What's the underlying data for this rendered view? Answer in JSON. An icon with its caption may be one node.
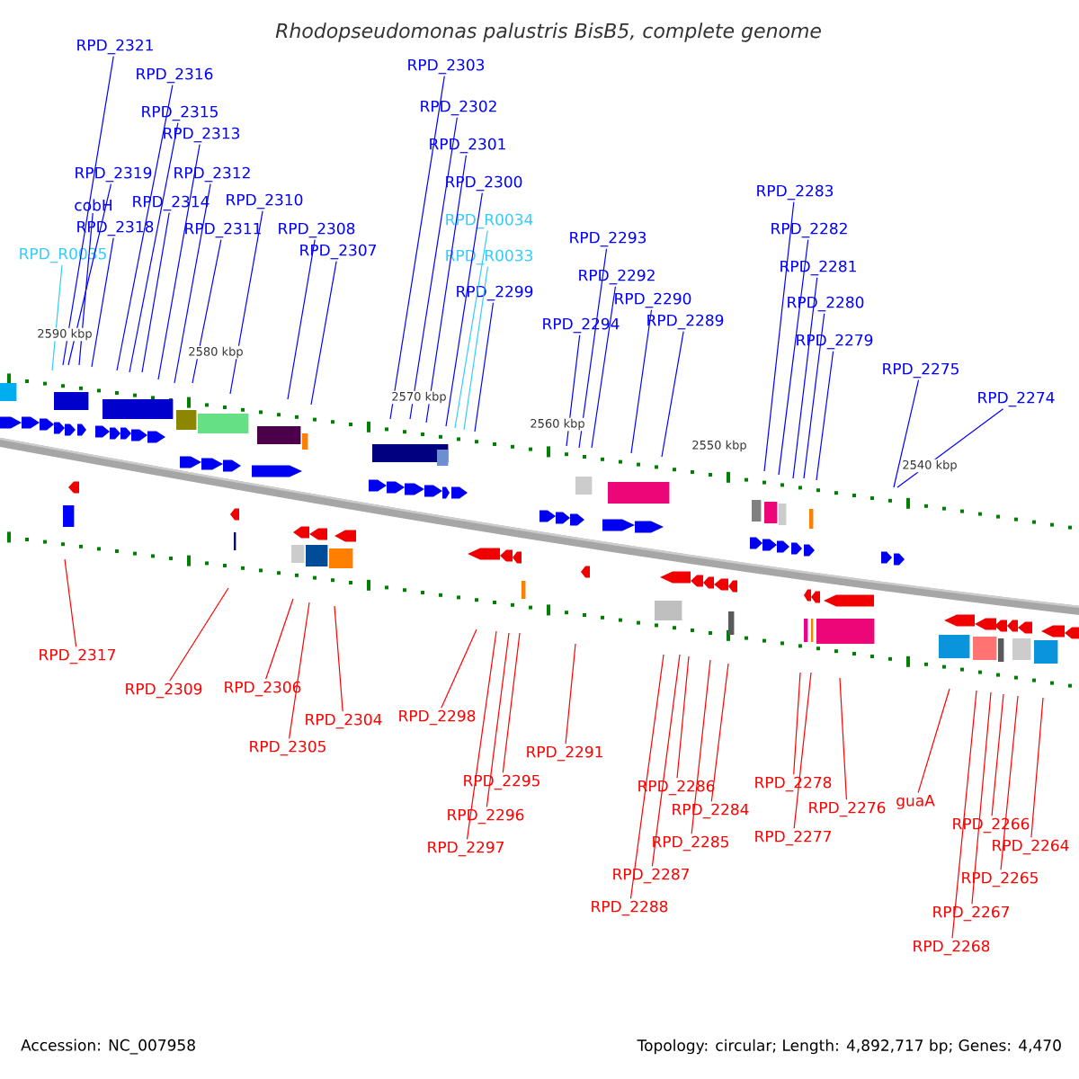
{
  "diagram": {
    "title": "Rhodopseudomonas palustris BisB5, complete genome",
    "nodes": [
      {
        "text": [
          "RPD_2321"
        ]
      },
      {
        "text": [
          "RPD_2316"
        ]
      },
      {
        "text": [
          "RPD_2315"
        ]
      },
      {
        "text": [
          "RPD_2313"
        ]
      },
      {
        "text": [
          "RPD_2319"
        ]
      },
      {
        "text": [
          "RPD_2312"
        ]
      },
      {
        "text": [
          "cobH"
        ]
      },
      {
        "text": [
          "RPD_2314"
        ]
      },
      {
        "text": [
          "RPD_2310"
        ]
      },
      {
        "text": [
          "RPD_2318"
        ]
      },
      {
        "text": [
          "RPD_2311"
        ]
      },
      {
        "text": [
          "RPD_R0035"
        ]
      },
      {
        "text": [
          "RPD_2308"
        ]
      },
      {
        "text": [
          "RPD_2307"
        ]
      },
      {
        "text": [
          "RPD_2303"
        ]
      },
      {
        "text": [
          "RPD_2302"
        ]
      },
      {
        "text": [
          "RPD_2301"
        ]
      },
      {
        "text": [
          "RPD_2300"
        ]
      },
      {
        "text": [
          "RPD_R0034"
        ]
      },
      {
        "text": [
          "RPD_R0033"
        ]
      },
      {
        "text": [
          "RPD_2299"
        ]
      },
      {
        "text": [
          "RPD_2293"
        ]
      },
      {
        "text": [
          "RPD_2292"
        ]
      },
      {
        "text": [
          "RPD_2290"
        ]
      },
      {
        "text": [
          "RPD_2294"
        ]
      },
      {
        "text": [
          "RPD_2289"
        ]
      },
      {
        "text": [
          "RPD_2283"
        ]
      },
      {
        "text": [
          "RPD_2282"
        ]
      },
      {
        "text": [
          "RPD_2281"
        ]
      },
      {
        "text": [
          "RPD_2280"
        ]
      },
      {
        "text": [
          "RPD_2279"
        ]
      },
      {
        "text": [
          "RPD_2275"
        ]
      },
      {
        "text": [
          "RPD_2274"
        ]
      },
      {
        "text": [
          "RPD_2317"
        ]
      },
      {
        "text": [
          "RPD_2309"
        ]
      },
      {
        "text": [
          "RPD_2306"
        ]
      },
      {
        "text": [
          "RPD_2305"
        ]
      },
      {
        "text": [
          "RPD_2304"
        ]
      },
      {
        "text": [
          "RPD_2298"
        ]
      },
      {
        "text": [
          "RPD_2295"
        ]
      },
      {
        "text": [
          "RPD_2296"
        ]
      },
      {
        "text": [
          "RPD_2297"
        ]
      },
      {
        "text": [
          "RPD_2291"
        ]
      },
      {
        "text": [
          "RPD_2286"
        ]
      },
      {
        "text": [
          "RPD_2284"
        ]
      },
      {
        "text": [
          "RPD_2285"
        ]
      },
      {
        "text": [
          "RPD_2287"
        ]
      },
      {
        "text": [
          "RPD_2288"
        ]
      },
      {
        "text": [
          "RPD_2278"
        ]
      },
      {
        "text": [
          "RPD_2277"
        ]
      },
      {
        "text": [
          "RPD_2276"
        ]
      },
      {
        "text": [
          "guaA"
        ]
      },
      {
        "text": [
          "RPD_2266"
        ]
      },
      {
        "text": [
          "RPD_2264"
        ]
      },
      {
        "text": [
          "RPD_2265"
        ]
      },
      {
        "text": [
          "RPD_2267"
        ]
      },
      {
        "text": [
          "RPD_2268"
        ]
      }
    ],
    "edges": [
      {
        "from": 0,
        "to": null,
        "arrow": "none"
      },
      {
        "from": 1,
        "to": null,
        "arrow": "none"
      },
      {
        "from": 2,
        "to": null,
        "arrow": "none"
      },
      {
        "from": 3,
        "to": null,
        "arrow": "none"
      },
      {
        "from": 4,
        "to": null,
        "arrow": "none"
      },
      {
        "from": 5,
        "to": null,
        "arrow": "none"
      },
      {
        "from": 6,
        "to": null,
        "arrow": "none"
      },
      {
        "from": 7,
        "to": null,
        "arrow": "none"
      },
      {
        "from": 8,
        "to": null,
        "arrow": "none"
      },
      {
        "from": 9,
        "to": null,
        "arrow": "none"
      },
      {
        "from": 10,
        "to": null,
        "arrow": "none"
      },
      {
        "from": 11,
        "to": null,
        "arrow": "none",
        "color": "#33ccff"
      },
      {
        "from": 12,
        "to": null,
        "arrow": "none"
      },
      {
        "from": 13,
        "to": null,
        "arrow": "none"
      },
      {
        "from": 14,
        "to": null,
        "arrow": "none"
      },
      {
        "from": 15,
        "to": null,
        "arrow": "none"
      },
      {
        "from": 16,
        "to": null,
        "arrow": "none"
      },
      {
        "from": 17,
        "to": null,
        "arrow": "none"
      },
      {
        "from": 18,
        "to": null,
        "arrow": "none",
        "color": "#33ccff"
      },
      {
        "from": 19,
        "to": null,
        "arrow": "none",
        "color": "#33ccff"
      },
      {
        "from": 20,
        "to": null,
        "arrow": "none"
      },
      {
        "from": 21,
        "to": null,
        "arrow": "none"
      },
      {
        "from": 22,
        "to": null,
        "arrow": "none"
      },
      {
        "from": 23,
        "to": null,
        "arrow": "none"
      },
      {
        "from": 24,
        "to": null,
        "arrow": "none"
      },
      {
        "from": 25,
        "to": null,
        "arrow": "none"
      },
      {
        "from": 26,
        "to": null,
        "arrow": "none"
      },
      {
        "from": 27,
        "to": null,
        "arrow": "none"
      },
      {
        "from": 28,
        "to": null,
        "arrow": "none"
      },
      {
        "from": 29,
        "to": null,
        "arrow": "none"
      },
      {
        "from": 30,
        "to": null,
        "arrow": "none"
      },
      {
        "from": 31,
        "to": null,
        "arrow": "none"
      },
      {
        "from": 32,
        "to": null,
        "arrow": "none"
      },
      {
        "from": 33,
        "to": null,
        "arrow": "none",
        "color": "#ff0000"
      },
      {
        "from": 34,
        "to": null,
        "arrow": "none",
        "color": "#ff0000"
      },
      {
        "from": 35,
        "to": null,
        "arrow": "none",
        "color": "#ff0000"
      },
      {
        "from": 36,
        "to": null,
        "arrow": "none",
        "color": "#ff0000"
      },
      {
        "from": 37,
        "to": null,
        "arrow": "none",
        "color": "#ff0000"
      },
      {
        "from": 38,
        "to": null,
        "arrow": "none",
        "color": "#ff0000"
      },
      {
        "from": 39,
        "to": null,
        "arrow": "none",
        "color": "#ff0000"
      },
      {
        "from": 40,
        "to": null,
        "arrow": "none",
        "color": "#ff0000"
      },
      {
        "from": 41,
        "to": null,
        "arrow": "none",
        "color": "#ff0000"
      },
      {
        "from": 42,
        "to": null,
        "arrow": "none",
        "color": "#ff0000"
      },
      {
        "from": 43,
        "to": null,
        "arrow": "none",
        "color": "#ff0000"
      },
      {
        "from": 44,
        "to": null,
        "arrow": "none",
        "color": "#ff0000"
      },
      {
        "from": 45,
        "to": null,
        "arrow": "none",
        "color": "#ff0000"
      },
      {
        "from": 46,
        "to": null,
        "arrow": "none",
        "color": "#ff0000"
      },
      {
        "from": 47,
        "to": null,
        "arrow": "none",
        "color": "#ff0000"
      },
      {
        "from": 48,
        "to": null,
        "arrow": "none",
        "color": "#ff0000"
      },
      {
        "from": 49,
        "to": null,
        "arrow": "none",
        "color": "#ff0000"
      },
      {
        "from": 50,
        "to": null,
        "arrow": "none",
        "color": "#ff0000"
      },
      {
        "from": 51,
        "to": null,
        "arrow": "none",
        "color": "#ff0000"
      },
      {
        "from": 52,
        "to": null,
        "arrow": "none",
        "color": "#ff0000"
      },
      {
        "from": 53,
        "to": null,
        "arrow": "none",
        "color": "#ff0000"
      },
      {
        "from": 54,
        "to": null,
        "arrow": "none",
        "color": "#ff0000"
      },
      {
        "from": 55,
        "to": null,
        "arrow": "none",
        "color": "#ff0000"
      },
      {
        "from": 56,
        "to": null,
        "arrow": "none",
        "color": "#ff0000"
      }
    ],
    "labels": [
      "2590 kbp",
      "2580 kbp",
      "2570 kbp",
      "2560 kbp",
      "2550 kbp",
      "2540 kbp",
      "Accession: NC_007958",
      "Topology: circular; Length: 4,892,717 bp; Genes: 4,470"
    ]
  }
}
